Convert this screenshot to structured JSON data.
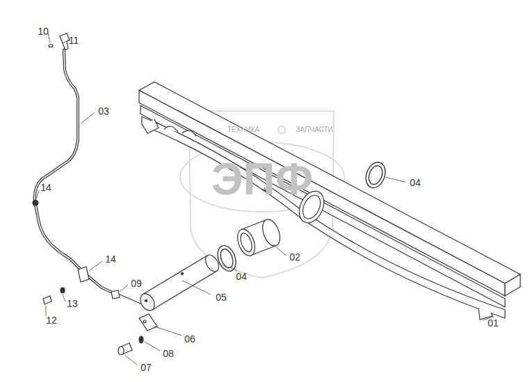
{
  "diagram": {
    "labels": [
      "10",
      "11",
      "03",
      "14",
      "14",
      "13",
      "12",
      "09",
      "05",
      "06",
      "08",
      "07",
      "04",
      "02",
      "04",
      "01",
      "ТЕХНИКА",
      "ЗАПЧАСТИ",
      "ЭПФ"
    ]
  }
}
